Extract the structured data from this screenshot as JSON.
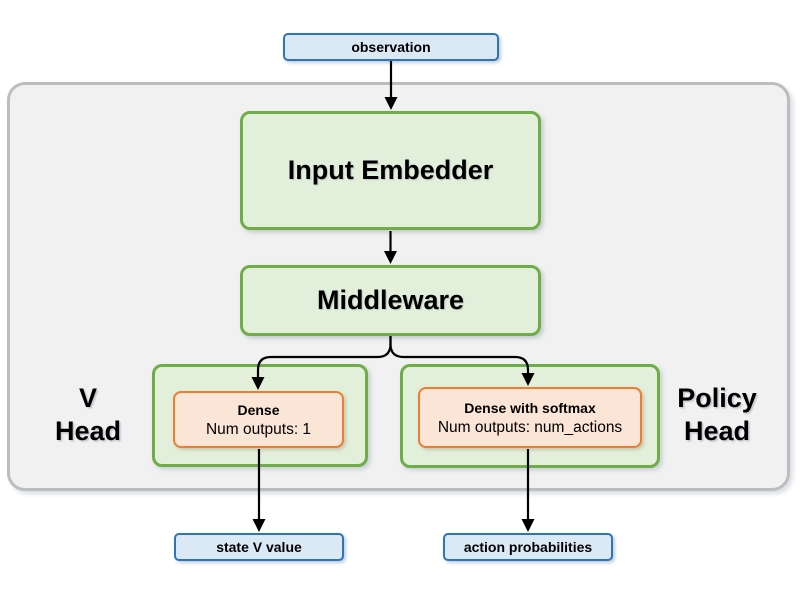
{
  "colors": {
    "background": "#ffffff",
    "container_fill": "#f1f1f1",
    "container_border": "#bdbdbd",
    "green_fill": "#e2efda",
    "green_border": "#70ad47",
    "orange_fill": "#fbe5d6",
    "orange_border": "#ed7d31",
    "blue_fill": "#dbe9f7",
    "blue_border": "#2e75b6",
    "arrow": "#000000",
    "text": "#000000"
  },
  "nodes": {
    "observation": {
      "label": "observation"
    },
    "input_embedder": {
      "label": "Input Embedder"
    },
    "middleware": {
      "label": "Middleware"
    },
    "v_head": {
      "group_label": [
        "V",
        "Head"
      ],
      "dense_title": "Dense",
      "dense_subtitle": "Num outputs: 1"
    },
    "policy_head": {
      "group_label": [
        "Policy",
        "Head"
      ],
      "dense_title": "Dense with softmax",
      "dense_subtitle": "Num outputs: num_actions"
    },
    "state_v_value": {
      "label": "state V value"
    },
    "action_probabilities": {
      "label": "action probabilities"
    }
  }
}
